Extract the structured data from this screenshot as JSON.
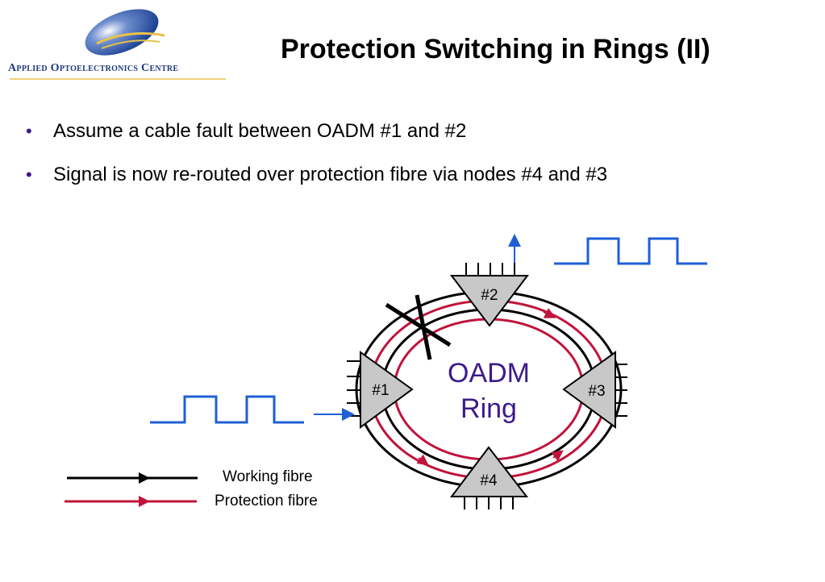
{
  "header": {
    "logo_text": "Applied Optoelectronics Centre",
    "title": "Protection Switching in Rings (II)"
  },
  "bullets": [
    "Assume a cable fault between OADM #1 and #2",
    "Signal is now re-routed over protection fibre via nodes #4 and #3"
  ],
  "diagram": {
    "ring_label_line1": "OADM",
    "ring_label_line2": "Ring",
    "nodes": [
      {
        "label": "#1"
      },
      {
        "label": "#2"
      },
      {
        "label": "#3"
      },
      {
        "label": "#4"
      }
    ],
    "colors": {
      "working": "#000000",
      "protection": "#c0143c",
      "signal": "#1f5fd6",
      "node_fill": "#c8c8c8",
      "ring_text": "#3c1a8c"
    }
  },
  "legend": {
    "working_label": "Working fibre",
    "protection_label": "Protection fibre"
  }
}
